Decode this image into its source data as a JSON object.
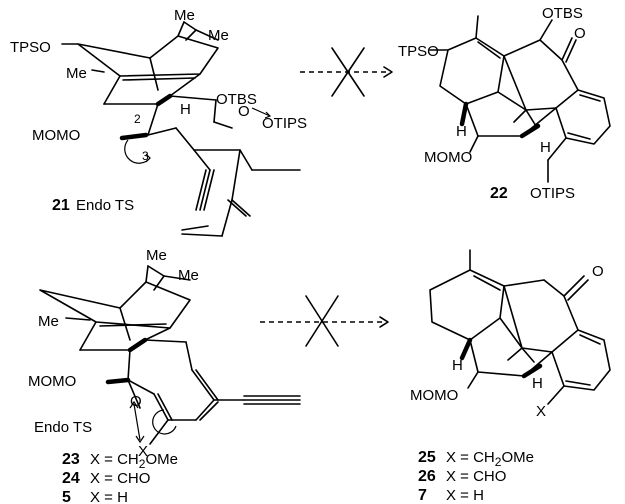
{
  "top": {
    "left": {
      "labels": {
        "tpso": "TPSO",
        "me_top": "Me",
        "me_right": "Me",
        "me_left": "Me",
        "otbs": "OTBS",
        "h": "H",
        "o": "O",
        "otips": "OTIPS",
        "momo": "MOMO",
        "c2": "2",
        "c3": "3"
      },
      "compound_number": "21",
      "caption": "Endo TS"
    },
    "right": {
      "labels": {
        "tpso": "TPSO",
        "otbs": "OTBS",
        "o": "O",
        "h1": "H",
        "h2": "H",
        "momo": "MOMO",
        "otips": "OTIPS"
      },
      "compound_number": "22"
    }
  },
  "bottom": {
    "left": {
      "labels": {
        "me_top": "Me",
        "me_right": "Me",
        "me_left": "Me",
        "momo": "MOMO",
        "o": "O",
        "x": "X",
        "endo": "Endo TS"
      },
      "compounds": [
        {
          "number": "23",
          "text": "X = CH",
          "sub": "2",
          "tail": "OMe"
        },
        {
          "number": "24",
          "text": "X = CHO",
          "sub": "",
          "tail": ""
        },
        {
          "number": "5",
          "text": "X = H",
          "sub": "",
          "tail": ""
        }
      ]
    },
    "right": {
      "labels": {
        "o": "O",
        "h1": "H",
        "h2": "H",
        "momo": "MOMO",
        "x": "X"
      },
      "compounds": [
        {
          "number": "25",
          "text": "X = CH",
          "sub": "2",
          "tail": "OMe"
        },
        {
          "number": "26",
          "text": "X = CHO",
          "sub": "",
          "tail": ""
        },
        {
          "number": "7",
          "text": "X = H",
          "sub": "",
          "tail": ""
        }
      ]
    }
  }
}
